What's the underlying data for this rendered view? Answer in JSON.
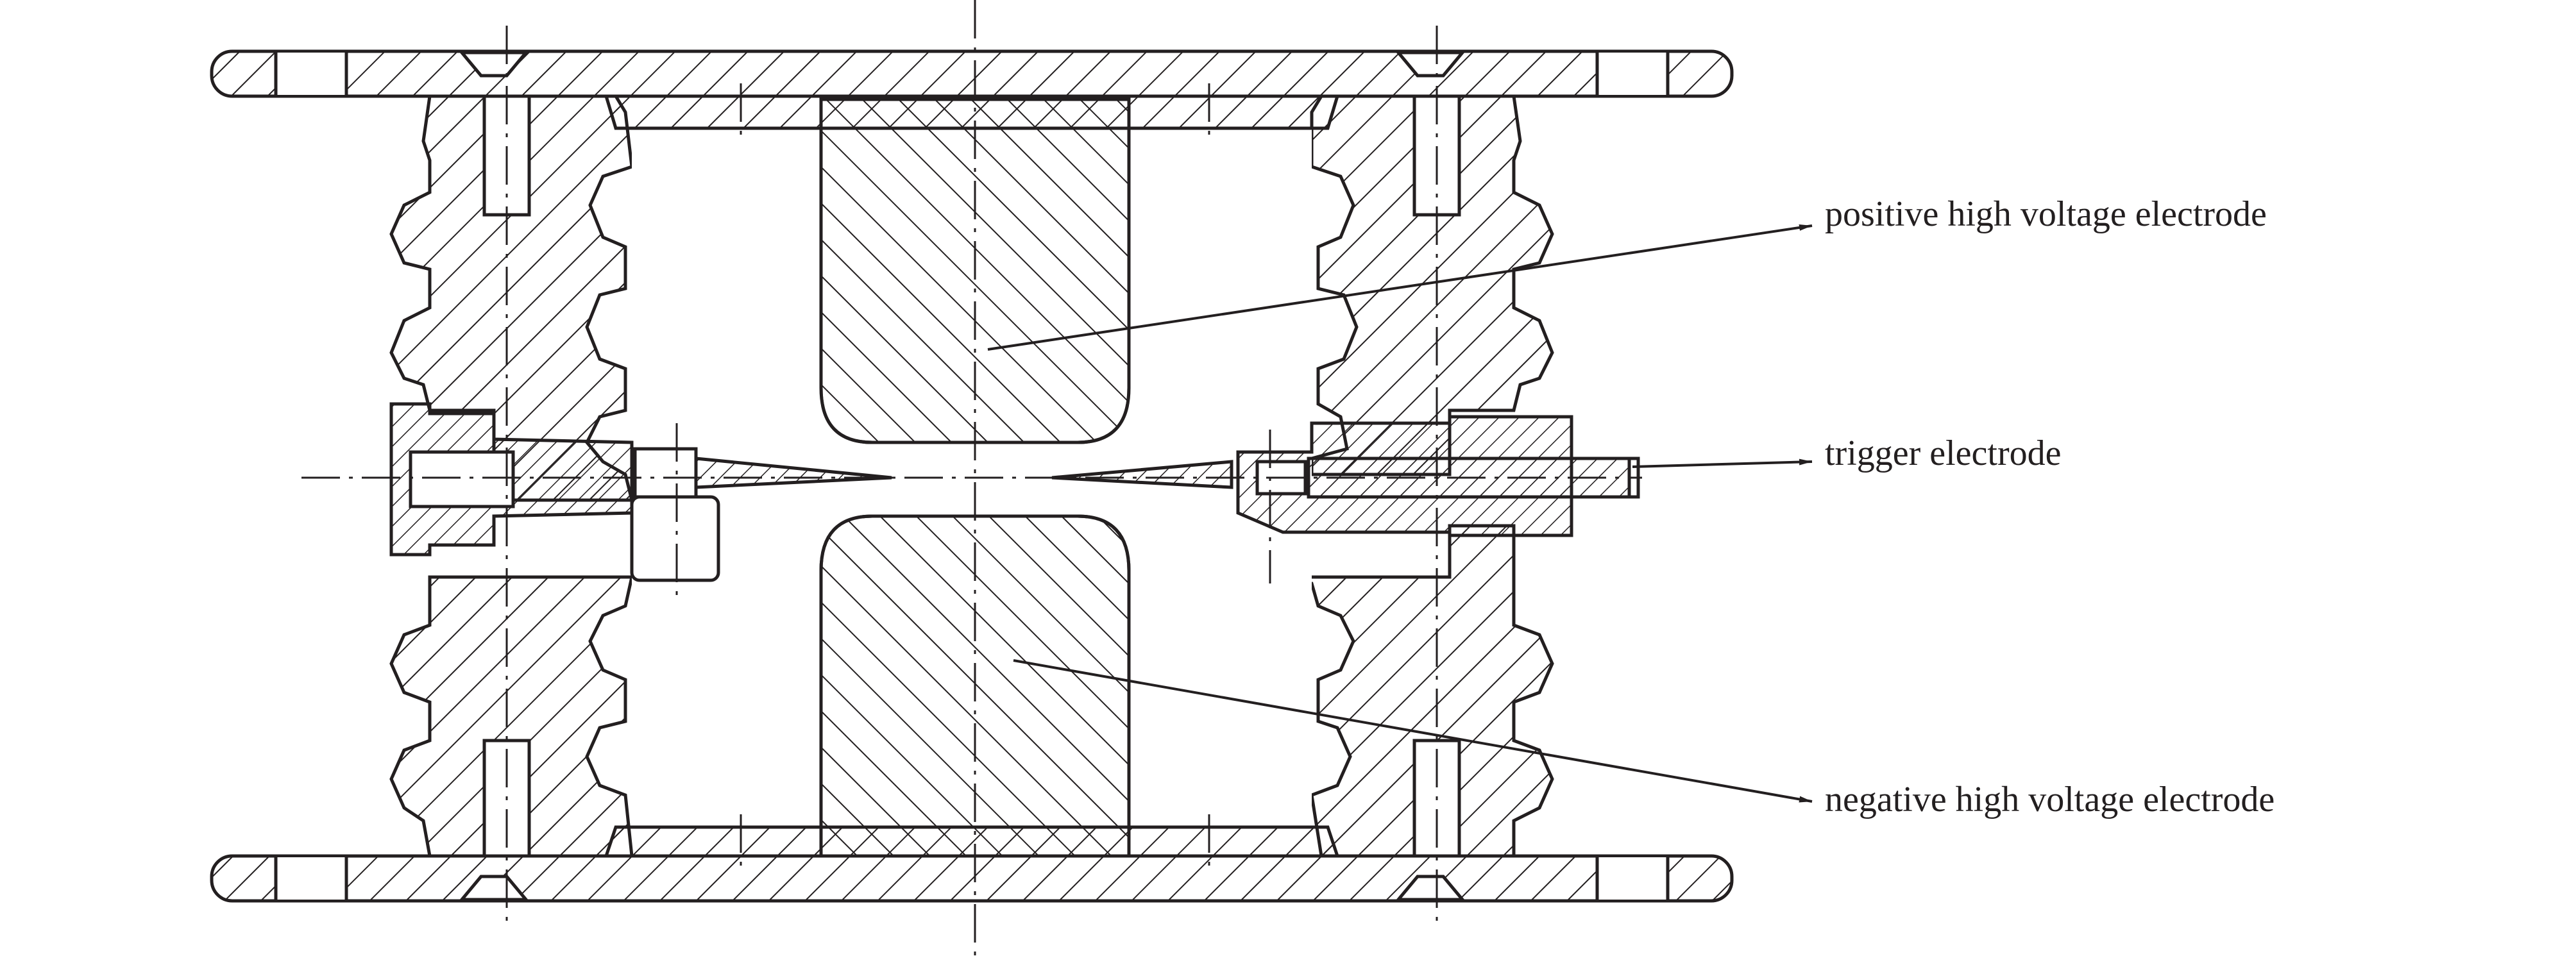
{
  "labels": {
    "positive": "positive high voltage electrode",
    "trigger": "trigger electrode",
    "negative": "negative high voltage electrode"
  },
  "colors": {
    "ink": "#231f20",
    "background": "#ffffff"
  }
}
